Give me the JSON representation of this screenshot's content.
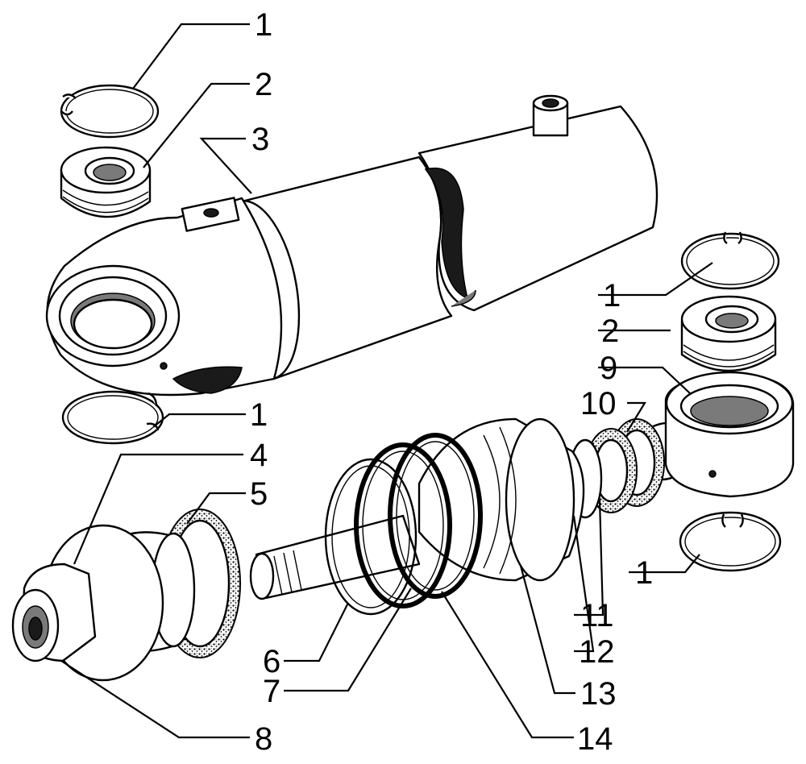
{
  "callouts": [
    {
      "id": "c1a",
      "text": "1"
    },
    {
      "id": "c2a",
      "text": "2"
    },
    {
      "id": "c3",
      "text": "3"
    },
    {
      "id": "c1b",
      "text": "1"
    },
    {
      "id": "c2b",
      "text": "2"
    },
    {
      "id": "c9",
      "text": "9"
    },
    {
      "id": "c10",
      "text": "10"
    },
    {
      "id": "c1c",
      "text": "1"
    },
    {
      "id": "c4",
      "text": "4"
    },
    {
      "id": "c5",
      "text": "5"
    },
    {
      "id": "c1d",
      "text": "1"
    },
    {
      "id": "c11",
      "text": "11"
    },
    {
      "id": "c12",
      "text": "12"
    },
    {
      "id": "c6",
      "text": "6"
    },
    {
      "id": "c13",
      "text": "13"
    },
    {
      "id": "c7",
      "text": "7"
    },
    {
      "id": "c14",
      "text": "14"
    },
    {
      "id": "c8",
      "text": "8"
    }
  ]
}
